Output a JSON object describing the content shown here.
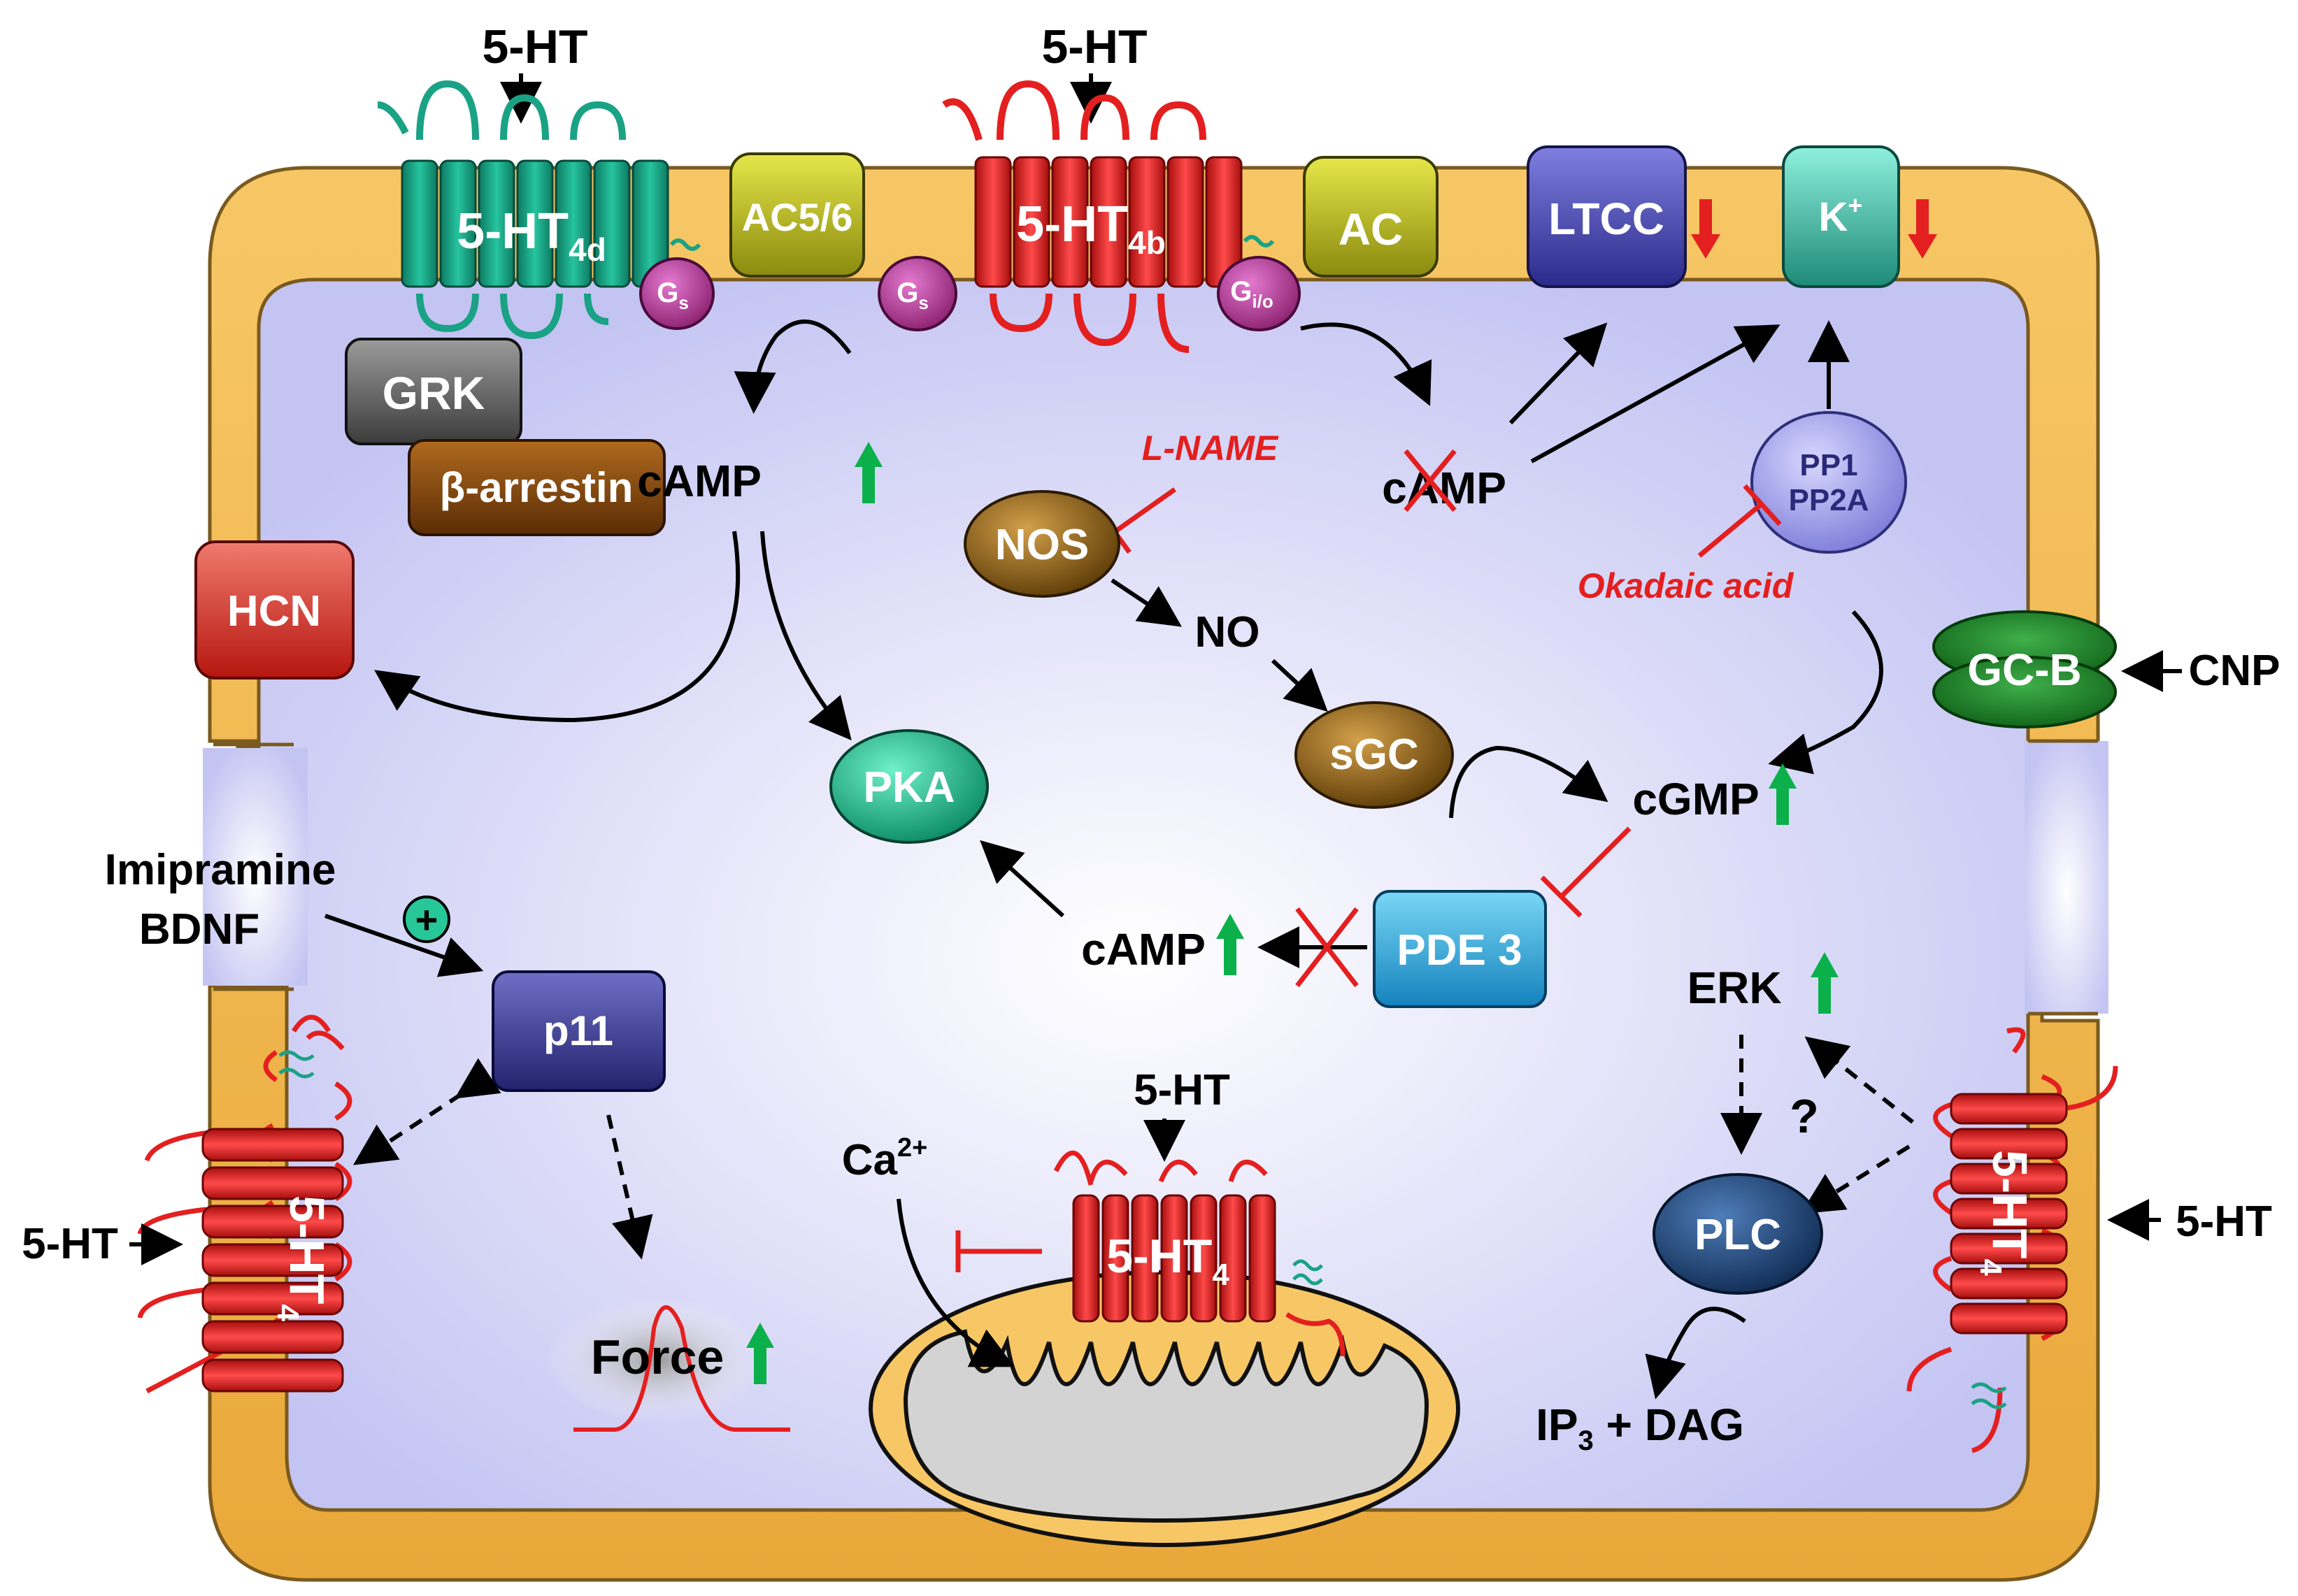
{
  "labels": {
    "ht_top_left": "5-HT",
    "ht_top_mid": "5-HT",
    "ht_mito": "5-HT",
    "ht_left": "5-HT",
    "ht_right": "5-HT",
    "rec_4d": "5-HT",
    "rec_4d_sub": "4d",
    "rec_4b": "5-HT",
    "rec_4b_sub": "4b",
    "rec_4_left": "5-HT",
    "rec_4_left_sub": "4",
    "rec_4_mito": "5-HT",
    "rec_4_mito_sub": "4",
    "rec_4_right": "5-HT",
    "rec_4_right_sub": "4",
    "ac56": "AC5/6",
    "ac": "AC",
    "ltcc": "LTCC",
    "kplus": "K",
    "kplus_sup": "+",
    "gs1": "G",
    "gs1_sub": "s",
    "gs2": "G",
    "gs2_sub": "s",
    "gio": "G",
    "gio_sub": "i/o",
    "grk": "GRK",
    "barrestin": "β-arrestin",
    "hcn": "HCN",
    "camp_left": "cAMP",
    "camp_right": "cAMP",
    "camp_bottom": "cAMP",
    "lname": "L-NAME",
    "nos": "NOS",
    "no": "NO",
    "sgc": "sGC",
    "cgmp": "cGMP",
    "pka": "PKA",
    "pde3": "PDE 3",
    "pp1": "PP1",
    "pp2a": "PP2A",
    "okadaic": "Okadaic acid",
    "gcb": "GC-B",
    "cnp": "CNP",
    "imipramine": "Imipramine",
    "bdnf": "BDNF",
    "plus": "+",
    "p11": "p11",
    "force": "Force",
    "ca": "Ca",
    "ca_sup": "2+",
    "erk": "ERK",
    "question": "?",
    "plc": "PLC",
    "ip3": "IP",
    "ip3_sub": "3",
    "dag": " + DAG"
  },
  "colors": {
    "membrane": "#f3b84a",
    "membrane_edge": "#7a5a1e",
    "cytoplasm": "#c9c9f5",
    "receptor_green": "#1aa285",
    "receptor_red": "#e41f1f",
    "up_arrow": "#0bb04b",
    "down_arrow": "#e41f1f",
    "inhibit": "#e41f1f"
  }
}
